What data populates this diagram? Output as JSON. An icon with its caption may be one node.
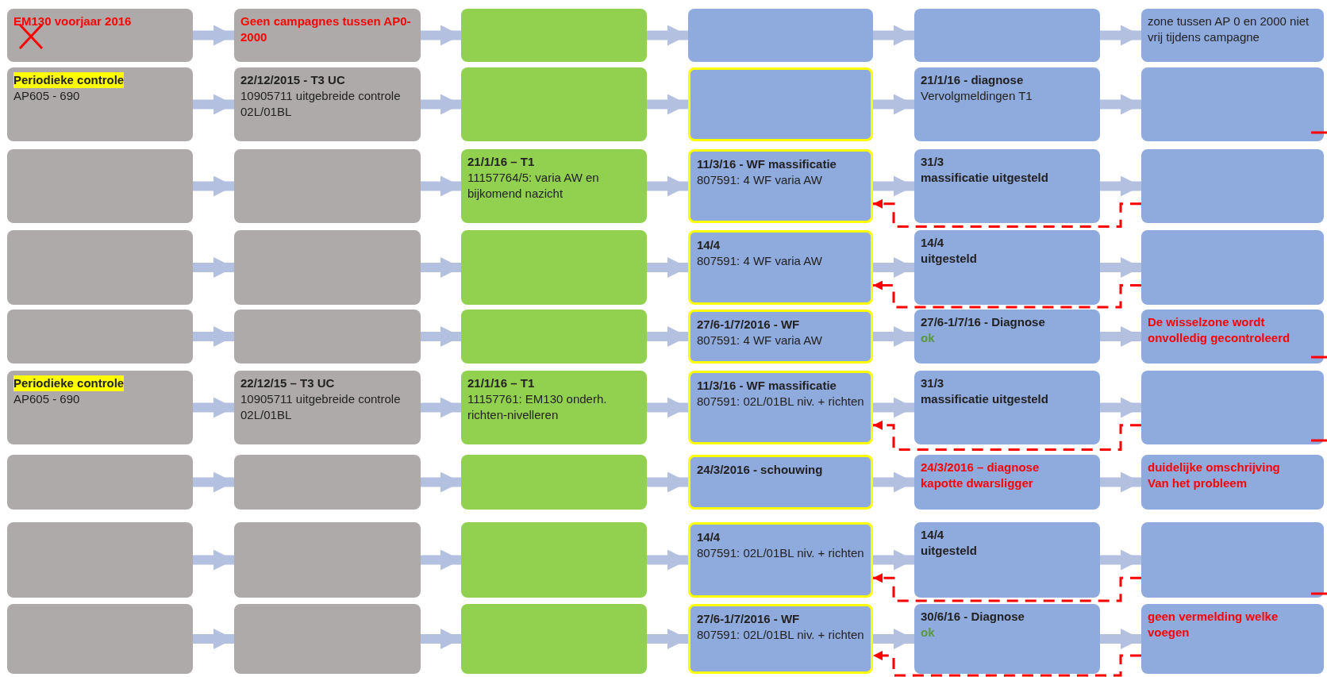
{
  "diagram": {
    "nodes": [
      {
        "text": [
          "EM130 voorjaar 2016"
        ]
      },
      {
        "text": [
          "Geen campagnes tussen AP0-2000"
        ]
      },
      {
        "text": [],
        "shape": "box"
      },
      {
        "text": [],
        "shape": "box"
      },
      {
        "text": [],
        "shape": "box"
      },
      {
        "text": [
          "zone tussen AP 0 en 2000 niet vrij tijdens campagne"
        ]
      },
      {
        "text": [
          "Periodieke controle",
          "AP605 - 690"
        ]
      },
      {
        "text": [
          "22/12/2015 - T3 UC",
          "10905711 uitgebreide controle 02L/01BL"
        ]
      },
      {
        "text": [],
        "shape": "box"
      },
      {
        "text": [],
        "shape": "box"
      },
      {
        "text": [
          "21/1/16 - diagnose",
          "Vervolgmeldingen T1"
        ]
      },
      {
        "text": [],
        "shape": "box"
      },
      {
        "text": [],
        "shape": "box"
      },
      {
        "text": [],
        "shape": "box"
      },
      {
        "text": [
          "21/1/16 – T1",
          "11157764/5: varia AW en bijkomend nazicht"
        ]
      },
      {
        "text": [
          "11/3/16 - WF massificatie",
          "807591: 4 WF varia AW"
        ]
      },
      {
        "text": [
          "31/3",
          "massificatie uitgesteld"
        ]
      },
      {
        "text": [],
        "shape": "box"
      },
      {
        "text": [],
        "shape": "box"
      },
      {
        "text": [],
        "shape": "box"
      },
      {
        "text": [],
        "shape": "box"
      },
      {
        "text": [
          "14/4",
          "807591: 4 WF varia AW"
        ]
      },
      {
        "text": [
          "14/4",
          "uitgesteld"
        ]
      },
      {
        "text": [],
        "shape": "box"
      },
      {
        "text": [],
        "shape": "box"
      },
      {
        "text": [],
        "shape": "box"
      },
      {
        "text": [],
        "shape": "box"
      },
      {
        "text": [
          "27/6-1/7/2016 - WF",
          "807591: 4 WF varia AW"
        ]
      },
      {
        "text": [
          "27/6-1/7/16 - Diagnose",
          "ok"
        ]
      },
      {
        "text": [
          "De wisselzone wordt onvolledig gecontroleerd"
        ]
      },
      {
        "text": [
          "Periodieke controle",
          "AP605 - 690"
        ]
      },
      {
        "text": [
          "22/12/15 – T3 UC",
          "10905711 uitgebreide controle 02L/01BL"
        ]
      },
      {
        "text": [
          "21/1/16 – T1",
          "11157761: EM130 onderh. richten-nivelleren"
        ]
      },
      {
        "text": [
          "11/3/16 - WF massificatie",
          "807591: 02L/01BL niv. + richten"
        ]
      },
      {
        "text": [
          "31/3",
          "massificatie uitgesteld"
        ]
      },
      {
        "text": [],
        "shape": "box"
      },
      {
        "text": [],
        "shape": "box"
      },
      {
        "text": [],
        "shape": "box"
      },
      {
        "text": [],
        "shape": "box"
      },
      {
        "text": [
          "24/3/2016 - schouwing"
        ]
      },
      {
        "text": [
          "24/3/2016 – diagnose",
          "kapotte dwarsligger"
        ]
      },
      {
        "text": [
          "duidelijke omschrijving",
          "Van het probleem"
        ]
      },
      {
        "text": [],
        "shape": "box"
      },
      {
        "text": [],
        "shape": "box"
      },
      {
        "text": [],
        "shape": "box"
      },
      {
        "text": [
          "14/4",
          "807591: 02L/01BL niv. + richten"
        ]
      },
      {
        "text": [
          "14/4",
          "uitgesteld"
        ]
      },
      {
        "text": [],
        "shape": "box"
      },
      {
        "text": [],
        "shape": "box"
      },
      {
        "text": [],
        "shape": "box"
      },
      {
        "text": [],
        "shape": "box"
      },
      {
        "text": [
          "27/6-1/7/2016 - WF",
          "807591: 02L/01BL niv. + richten"
        ]
      },
      {
        "text": [
          "30/6/16 - Diagnose",
          "ok"
        ]
      },
      {
        "text": [
          "geen vermelding welke voegen"
        ]
      }
    ],
    "edges": [
      {
        "from": 0,
        "to": 1,
        "arrow": "to"
      },
      {
        "from": 1,
        "to": 2,
        "arrow": "to"
      },
      {
        "from": 2,
        "to": 3,
        "arrow": "to"
      },
      {
        "from": 3,
        "to": 4,
        "arrow": "to"
      },
      {
        "from": 4,
        "to": 5,
        "arrow": "to"
      },
      {
        "from": 6,
        "to": 7,
        "arrow": "to"
      },
      {
        "from": 7,
        "to": 8,
        "arrow": "to"
      },
      {
        "from": 8,
        "to": 9,
        "arrow": "to"
      },
      {
        "from": 9,
        "to": 10,
        "arrow": "to"
      },
      {
        "from": 10,
        "to": 11,
        "arrow": "to"
      },
      {
        "from": 12,
        "to": 13,
        "arrow": "to"
      },
      {
        "from": 13,
        "to": 14,
        "arrow": "to"
      },
      {
        "from": 14,
        "to": 15,
        "arrow": "to"
      },
      {
        "from": 15,
        "to": 16,
        "arrow": "to"
      },
      {
        "from": 16,
        "to": 17,
        "arrow": "to"
      },
      {
        "from": 18,
        "to": 19,
        "arrow": "to"
      },
      {
        "from": 19,
        "to": 20,
        "arrow": "to"
      },
      {
        "from": 20,
        "to": 21,
        "arrow": "to"
      },
      {
        "from": 21,
        "to": 22,
        "arrow": "to"
      },
      {
        "from": 22,
        "to": 23,
        "arrow": "to"
      },
      {
        "from": 24,
        "to": 25,
        "arrow": "to"
      },
      {
        "from": 25,
        "to": 26,
        "arrow": "to"
      },
      {
        "from": 26,
        "to": 27,
        "arrow": "to"
      },
      {
        "from": 27,
        "to": 28,
        "arrow": "to"
      },
      {
        "from": 28,
        "to": 29,
        "arrow": "to"
      },
      {
        "from": 30,
        "to": 31,
        "arrow": "to"
      },
      {
        "from": 31,
        "to": 32,
        "arrow": "to"
      },
      {
        "from": 32,
        "to": 33,
        "arrow": "to"
      },
      {
        "from": 33,
        "to": 34,
        "arrow": "to"
      },
      {
        "from": 34,
        "to": 35,
        "arrow": "to"
      },
      {
        "from": 36,
        "to": 37,
        "arrow": "to"
      },
      {
        "from": 37,
        "to": 38,
        "arrow": "to"
      },
      {
        "from": 38,
        "to": 39,
        "arrow": "to"
      },
      {
        "from": 39,
        "to": 40,
        "arrow": "to"
      },
      {
        "from": 40,
        "to": 41,
        "arrow": "to"
      },
      {
        "from": 42,
        "to": 43,
        "arrow": "to"
      },
      {
        "from": 43,
        "to": 44,
        "arrow": "to"
      },
      {
        "from": 44,
        "to": 45,
        "arrow": "to"
      },
      {
        "from": 45,
        "to": 46,
        "arrow": "to"
      },
      {
        "from": 46,
        "to": 47,
        "arrow": "to"
      },
      {
        "from": 48,
        "to": 49,
        "arrow": "to"
      },
      {
        "from": 49,
        "to": 50,
        "arrow": "to"
      },
      {
        "from": 50,
        "to": 51,
        "arrow": "to"
      },
      {
        "from": 51,
        "to": 52,
        "arrow": "to"
      },
      {
        "from": 52,
        "to": 53,
        "arrow": "to"
      },
      {
        "from": 17,
        "to": 15,
        "arrow": "to",
        "style": "dashed",
        "color": "#ff0000"
      },
      {
        "from": 23,
        "to": 21,
        "arrow": "to",
        "style": "dashed",
        "color": "#ff0000"
      },
      {
        "from": 35,
        "to": 33,
        "arrow": "to",
        "style": "dashed",
        "color": "#ff0000"
      },
      {
        "from": 47,
        "to": 45,
        "arrow": "to",
        "style": "dashed",
        "color": "#ff0000"
      },
      {
        "from": 53,
        "to": 51,
        "arrow": "to",
        "style": "dashed",
        "color": "#ff0000"
      }
    ]
  }
}
